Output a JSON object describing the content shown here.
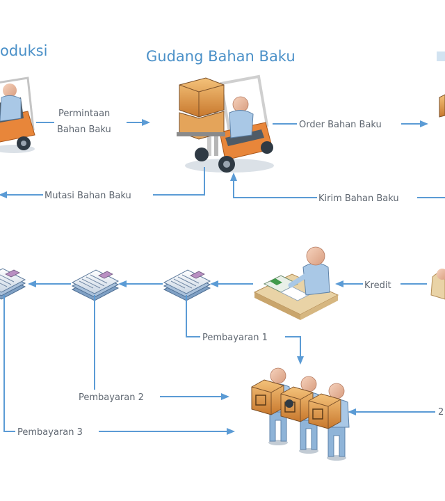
{
  "titles": {
    "produksi": "oduksi",
    "gudang": "Gudang Bahan Baku"
  },
  "flows": {
    "permintaan_line1": "Permintaan",
    "permintaan_line2": "Bahan Baku",
    "order": "Order Bahan Baku",
    "mutasi": "Mutasi Bahan Baku",
    "kirim": "Kirim Bahan Baku",
    "kredit": "Kredit",
    "pembayaran1": "Pembayaran 1",
    "pembayaran2": "Pembayaran 2",
    "pembayaran3": "Pembayaran 3",
    "edge_right": "2"
  },
  "colors": {
    "title": "#4a90c8",
    "arrow": "#5b9bd5",
    "label": "#5e6670",
    "forklift_orange": "#e8863a",
    "worker_blue": "#8fb4d8"
  },
  "icons": {
    "forklift_produksi": "forklift-icon",
    "forklift_gudang": "forklift-boxes-icon",
    "documents": "document-stack-icon",
    "clerk": "clerk-at-desk-icon",
    "workers": "workers-group-icon"
  }
}
